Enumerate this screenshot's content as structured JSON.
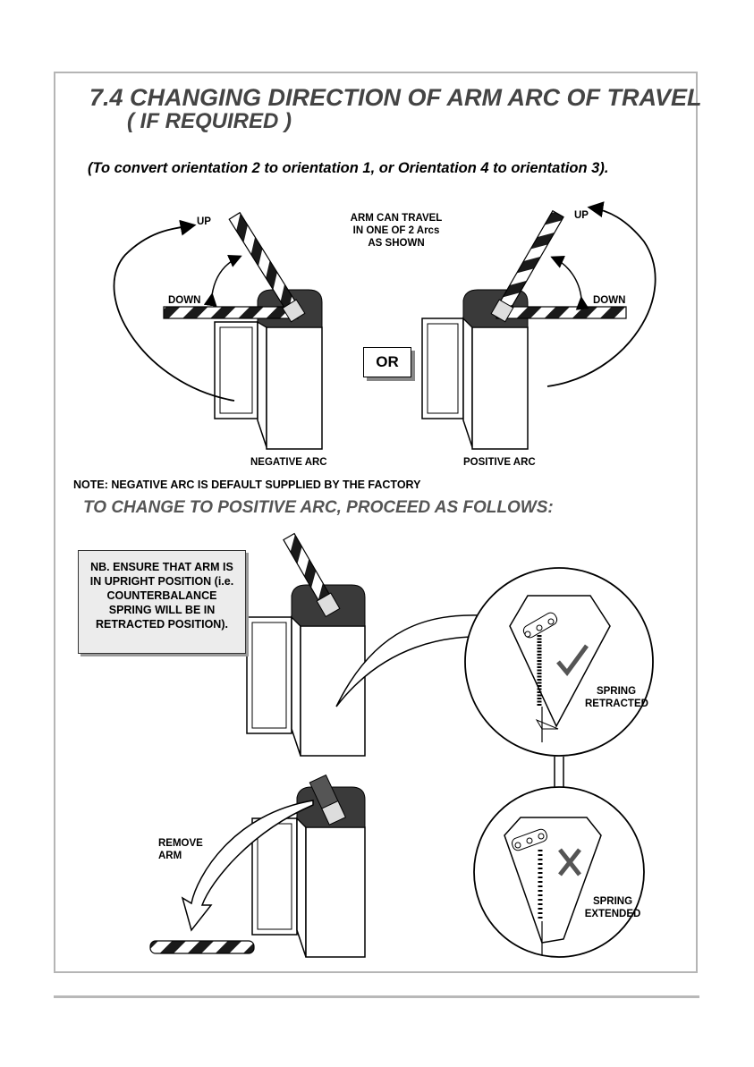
{
  "heading": {
    "line1": "7.4 CHANGING DIRECTION OF ARM ARC OF TRAVEL",
    "line2": "( IF REQUIRED )"
  },
  "subheading": "(To convert orientation 2 to orientation 1, or Orientation 4 to orientation 3).",
  "diagram_top": {
    "left_up": "UP",
    "left_down": "DOWN",
    "right_up": "UP",
    "right_down": "DOWN",
    "center_note": [
      "ARM CAN TRAVEL",
      "IN ONE OF 2 Arcs",
      "AS SHOWN"
    ],
    "or_label": "OR",
    "negative_arc": "NEGATIVE ARC",
    "positive_arc": "POSITIVE ARC"
  },
  "note": "NOTE:  NEGATIVE ARC IS DEFAULT SUPPLIED BY THE FACTORY",
  "proceed": "TO CHANGE TO POSITIVE ARC, PROCEED AS FOLLOWS:",
  "nb_box": [
    "NB. ENSURE THAT ARM IS",
    "IN UPRIGHT POSITION (i.e.",
    "COUNTERBALANCE",
    "SPRING WILL BE IN",
    "RETRACTED POSITION)."
  ],
  "detail": {
    "retracted": [
      "SPRING",
      "RETRACTED"
    ],
    "extended": [
      "SPRING",
      "EXTENDED"
    ],
    "remove_arm": [
      "REMOVE",
      "ARM"
    ]
  },
  "colors": {
    "frame": "#b5b5b5",
    "cap": "#3a3a3a",
    "title": "#444444"
  }
}
